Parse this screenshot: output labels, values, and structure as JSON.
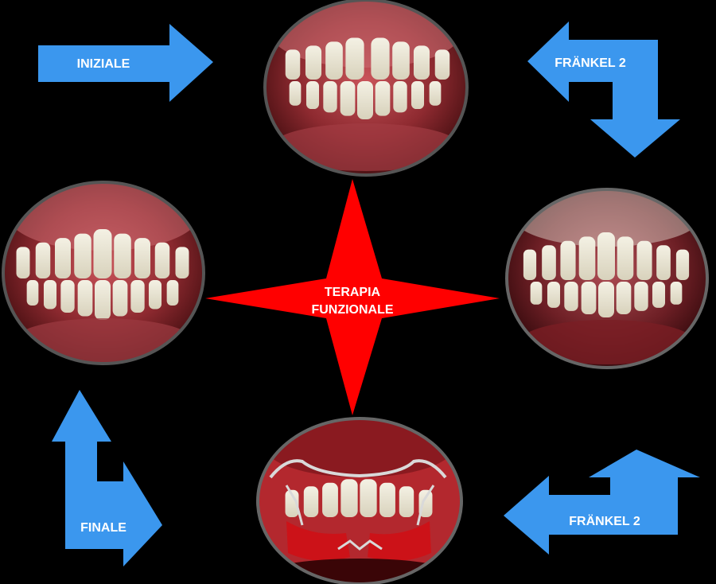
{
  "center": {
    "line1": "TERAPIA",
    "line2": "FUNZIONALE"
  },
  "arrows": {
    "top_left": "INIZIALE",
    "top_right": "FRÄNKEL 2",
    "bottom_right": "FRÄNKEL 2",
    "bottom_left": "FINALE"
  },
  "photos": {
    "top": "teeth-initial-photo",
    "right": "teeth-frankel-photo",
    "bottom": "teeth-appliance-photo",
    "left": "teeth-final-photo"
  },
  "colors": {
    "background": "#000000",
    "arrow": "#3b97ee",
    "star": "#ff0000",
    "text": "#ffffff"
  }
}
